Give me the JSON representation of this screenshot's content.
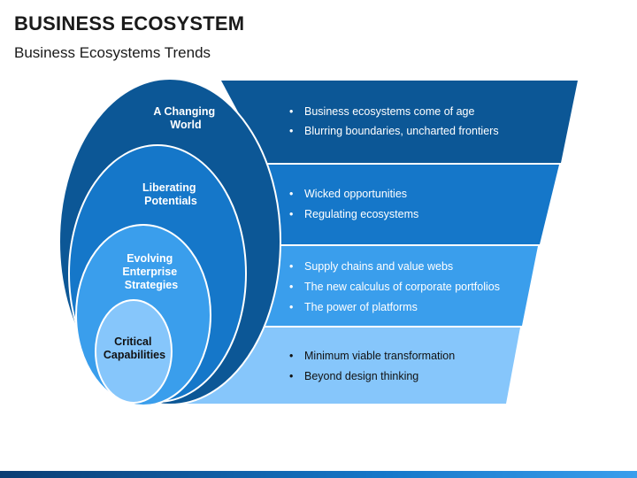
{
  "header": {
    "title": "BUSINESS ECOSYSTEM",
    "subtitle": "Business Ecosystems Trends"
  },
  "colors": {
    "level1": "#0c5796",
    "level2": "#1577c9",
    "level3": "#3a9eec",
    "level4": "#86c6fb",
    "text_dark": "#111111",
    "text_light": "#ffffff",
    "bottom_bar": "#0a3d73"
  },
  "levels": [
    {
      "label_lines": [
        "A Changing",
        "World"
      ],
      "bullets": [
        "Business ecosystems come of age",
        "Blurring boundaries, uncharted frontiers"
      ]
    },
    {
      "label_lines": [
        "Liberating",
        "Potentials"
      ],
      "bullets": [
        "Wicked opportunities",
        "Regulating ecosystems"
      ]
    },
    {
      "label_lines": [
        "Evolving",
        "Enterprise",
        "Strategies"
      ],
      "bullets": [
        "Supply chains and value webs",
        "The new calculus of corporate portfolios",
        "The power of platforms"
      ]
    },
    {
      "label_lines": [
        "Critical",
        "Capabilities"
      ],
      "bullets": [
        "Minimum viable transformation",
        "Beyond design thinking"
      ]
    }
  ]
}
